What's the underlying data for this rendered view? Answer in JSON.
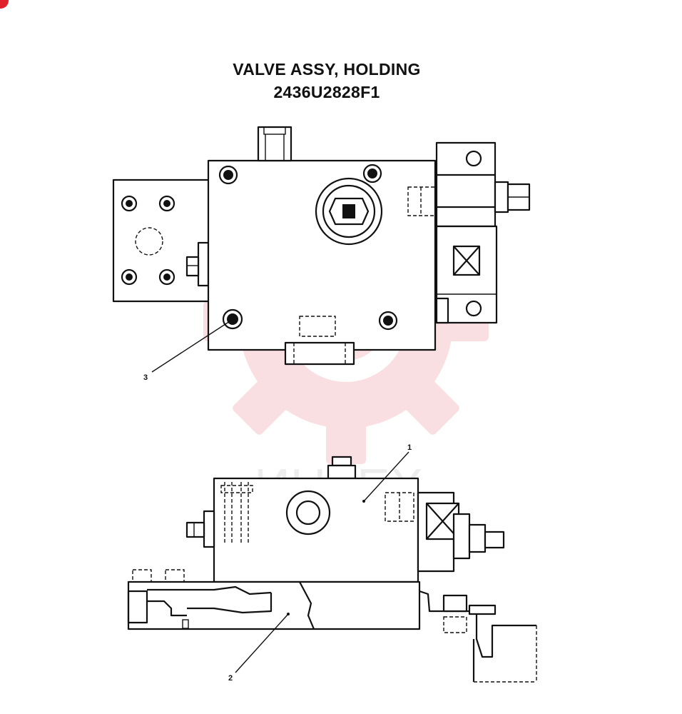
{
  "title": {
    "line1": "VALVE ASSY, HOLDING",
    "line2": "2436U2828F1"
  },
  "callouts": {
    "c1": "1",
    "c2": "2",
    "c3": "3"
  },
  "watermark": {
    "text": "ИНТЕХ",
    "color": "#f4b9bf"
  },
  "colors": {
    "line": "#111111",
    "corner_mark": "#e0202a"
  }
}
